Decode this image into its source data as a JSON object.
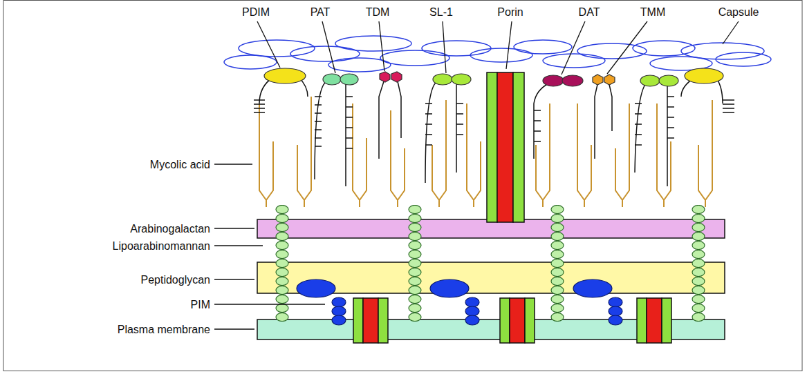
{
  "diagram": {
    "labels": [
      "PDIM",
      "PAT",
      "TDM",
      "SL-1",
      "Porin",
      "DAT",
      "TMM",
      "Capsule",
      "Mycolic acid",
      "Arabinogalactan",
      "Lipoarabinomannan",
      "Peptidoglycan",
      "PIM",
      "Plasma membrane"
    ]
  }
}
